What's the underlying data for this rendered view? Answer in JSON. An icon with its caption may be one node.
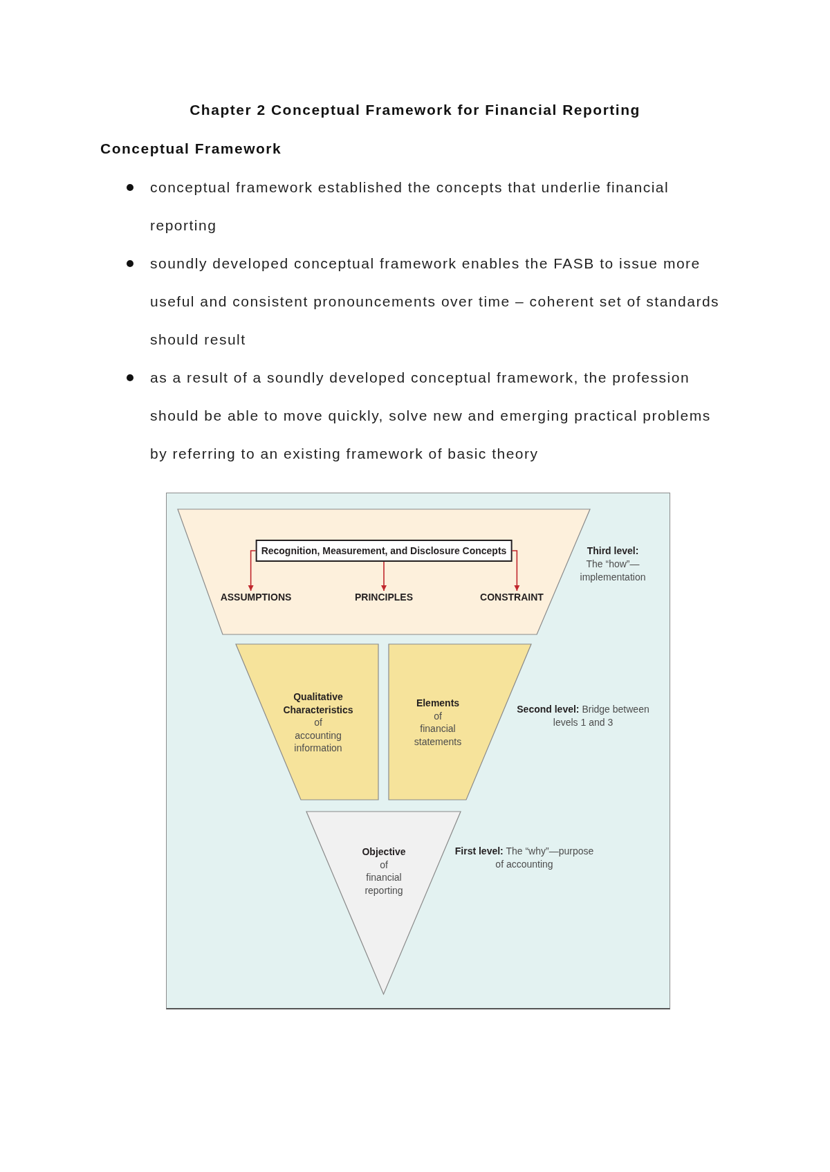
{
  "diagram": {
    "title": "Chapter 2 Conceptual Framework for Financial Reporting",
    "nodes": [
      {
        "text": [],
        "shape": "trapezoid",
        "beside": [
          "**Third level:** The “how”—implementation"
        ]
      },
      {
        "text": [
          "Recognition, Measurement, and Disclosure Concepts"
        ],
        "in": 0
      },
      {
        "text": [
          "ASSUMPTIONS"
        ],
        "in": 0
      },
      {
        "text": [
          "PRINCIPLES"
        ],
        "in": 0
      },
      {
        "text": [
          "CONSTRAINT"
        ],
        "in": 0
      },
      {
        "text": [
          "Qualitative Characteristics",
          "of accounting information"
        ]
      },
      {
        "text": [
          "Elements",
          "of financial statements"
        ],
        "beside": [
          "**Second level:** Bridge between levels 1 and 3"
        ]
      },
      {
        "text": [
          "Objective",
          "of financial reporting"
        ],
        "beside": [
          "**First level:** The “why”—purpose of accounting"
        ]
      }
    ],
    "edges": [
      {
        "from": 1,
        "to": 2,
        "arrow": "to"
      },
      {
        "from": 1,
        "to": 3,
        "arrow": "to"
      },
      {
        "from": 1,
        "to": 4,
        "arrow": "to"
      }
    ],
    "labels": [
      "Conceptual Framework",
      "conceptual framework established the concepts that underlie financial reporting",
      "soundly developed conceptual framework enables the FASB to issue more useful and consistent pronouncements over time – coherent set of standards should result",
      "as a result of a soundly developed conceptual framework, the profession should be able to move quickly, solve new and emerging practical problems by referring to an existing framework of basic theory"
    ]
  }
}
